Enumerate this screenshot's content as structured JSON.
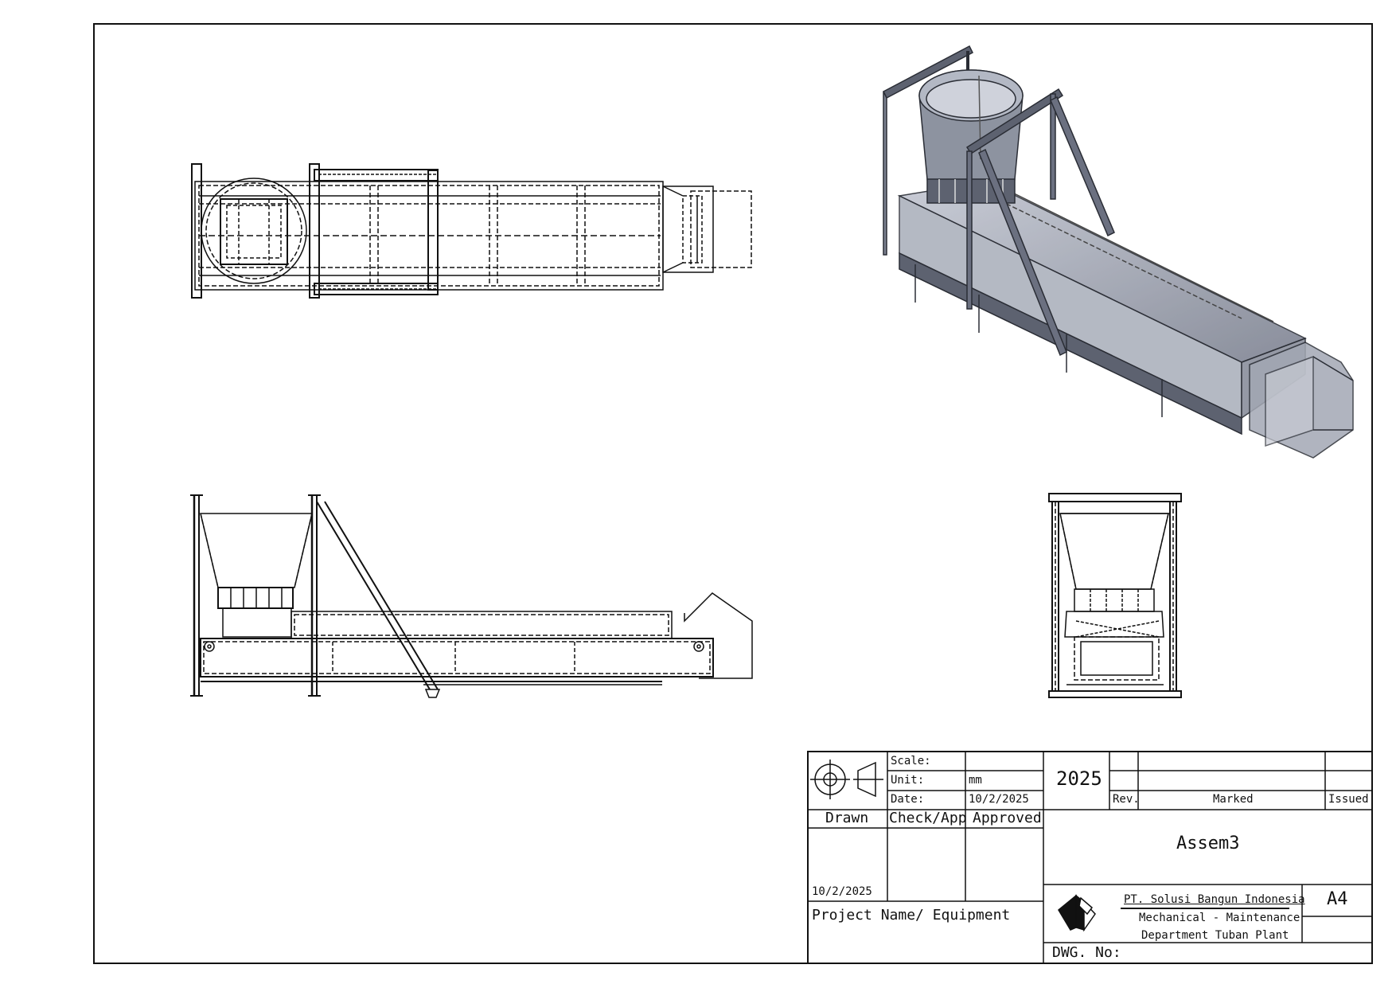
{
  "title_block": {
    "scale_label": "Scale:",
    "scale_value": "",
    "unit_label": "Unit:",
    "unit_value": "mm",
    "date_label": "Date:",
    "date_value": "10/2/2025",
    "year": "2025",
    "drawn_label": "Drawn",
    "check_label": "Check/App",
    "approved_label": "Approved",
    "drawn_date": "10/2/2025",
    "project_label": "Project Name/ Equipment",
    "rev_label": "Rev.",
    "marked_label": "Marked",
    "issued_label": "Issued",
    "drawing_title": "Assem3",
    "company": "PT. Solusi Bangun Indonesia",
    "department_line1": "Mechanical - Maintenance",
    "department_line2": "Department Tuban Plant",
    "sheet_size": "A4",
    "dwg_label": "DWG. No:"
  },
  "colors": {
    "line": "#111111",
    "iso_fill": "#9aa0ad",
    "iso_dark": "#5d6270",
    "iso_light": "#c9ccd6"
  },
  "icons": [
    "projection-symbol-icon",
    "company-logo-icon"
  ]
}
